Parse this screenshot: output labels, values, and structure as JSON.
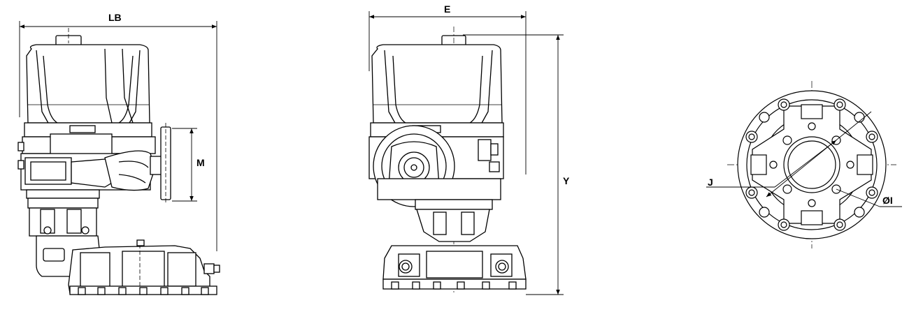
{
  "dimensions": {
    "LB": "LB",
    "E": "E",
    "M": "M",
    "Y": "Y",
    "J": "J",
    "OI": "ØI"
  },
  "colors": {
    "line": "#000000",
    "fill": "#ffffff",
    "centerline": "#000000"
  }
}
